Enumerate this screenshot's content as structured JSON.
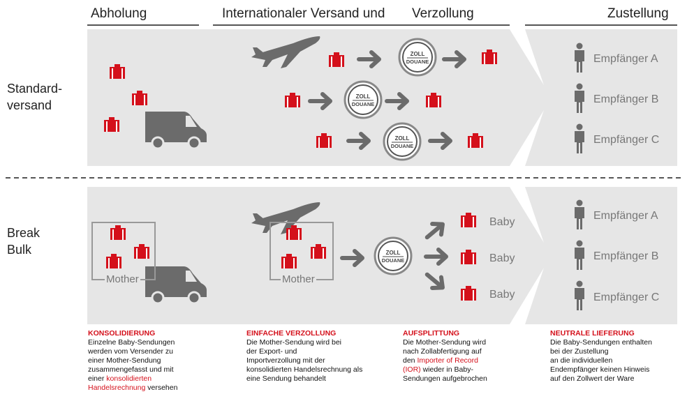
{
  "headers": {
    "pickup": "Abholung",
    "intl_a": "Internationaler Versand und",
    "intl_b": "Verzollung",
    "delivery": "Zustellung"
  },
  "rows": {
    "standard": [
      "Standard-",
      "versand"
    ],
    "breakbulk": [
      "Break",
      "Bulk"
    ]
  },
  "stamp": {
    "top": "ZOLL",
    "bottom": "DOUANE"
  },
  "recipients": [
    "Empfänger A",
    "Empfänger B",
    "Empfänger C"
  ],
  "mother": "Mother",
  "baby": "Baby",
  "descriptions": [
    {
      "title": "KONSOLIDIERUNG",
      "lines": [
        "Einzelne Baby-Sendungen",
        "werden vom Versender zu",
        "einer  Mother-Sendung",
        "zusammengefasst und mit"
      ],
      "pre": "einer ",
      "red1": "konsolidierten",
      "red2": "Handelsrechnung",
      "post": " versehen"
    },
    {
      "title": "EINFACHE VERZOLLUNG",
      "lines": [
        "Die Mother-Sendung wird bei",
        "der Export- und",
        "Importverzollung mit der",
        "konsolidierten Handelsrechnung als",
        "eine Sendung behandelt"
      ]
    },
    {
      "title": "AUFSPLITTUNG",
      "lines": [
        "Die Mother-Sendung wird",
        "nach Zollabfertigung auf"
      ],
      "pre": "den ",
      "red1": "Importer of Record",
      "red2": "(IOR)",
      "post": " wieder in Baby-",
      "last": "Sendungen aufgebrochen"
    },
    {
      "title": "NEUTRALE LIEFERUNG",
      "lines": [
        "Die Baby-Sendungen enthalten",
        "bei der Zustellung",
        "an die individuellen",
        "Endempfänger keinen Hinweis",
        "auf den Zollwert der Ware"
      ]
    }
  ],
  "colors": {
    "accent": "#d4101b",
    "band": "#e6e6e6",
    "icon": "#6b6b6b"
  }
}
